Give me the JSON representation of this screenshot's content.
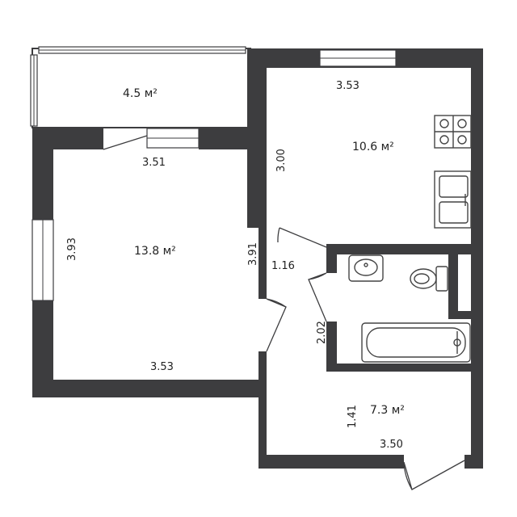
{
  "rooms": {
    "balcony": {
      "area": "4.5 м²"
    },
    "living": {
      "area": "13.8 м²"
    },
    "kitchen": {
      "area": "10.6 м²"
    },
    "hall": {
      "area": "7.3 м²"
    }
  },
  "dimensions": {
    "balcony_width": "3.51",
    "living_height_left": "3.93",
    "living_height_right": "3.91",
    "living_width": "3.53",
    "kitchen_width": "3.53",
    "kitchen_height": "3.00",
    "corridor_width": "1.16",
    "bath_height": "2.02",
    "hall_height": "1.41",
    "hall_width": "3.50"
  },
  "colors": {
    "wall": "#3d3d3f",
    "background": "#ffffff"
  }
}
